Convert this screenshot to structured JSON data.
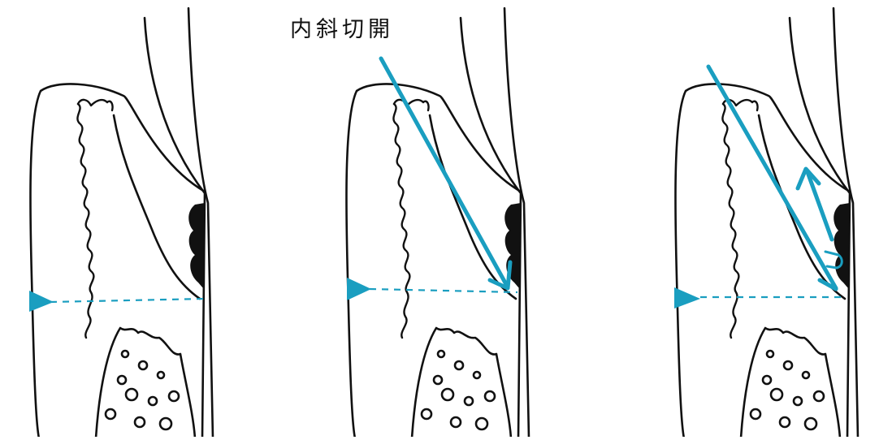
{
  "figure": {
    "caption": "内斜切開",
    "accent_color": "#1a9ec0",
    "ink_color": "#111111",
    "panels": [
      {
        "id": "panel-1",
        "step": "before-incision"
      },
      {
        "id": "panel-2",
        "step": "internal-bevel-incision"
      },
      {
        "id": "panel-3",
        "step": "flap-elevation"
      }
    ]
  }
}
